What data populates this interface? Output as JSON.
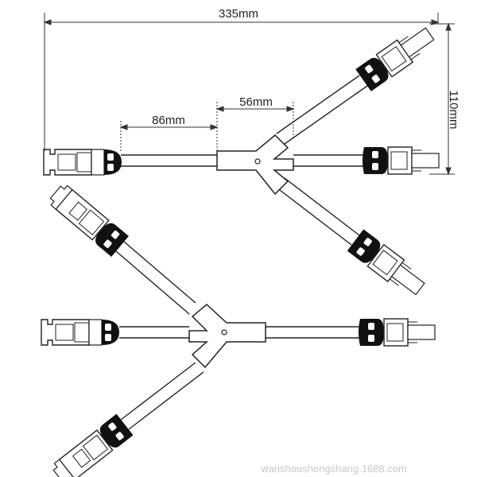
{
  "dimensions": {
    "total_length": "335mm",
    "height": "110mm",
    "center_length": "56mm",
    "lead_length": "86mm"
  },
  "watermark": "wanshoushengshang.1688.com",
  "colors": {
    "line": "#222222",
    "dim_line": "#333333",
    "connector_band": "#111111",
    "fill": "#ffffff"
  }
}
